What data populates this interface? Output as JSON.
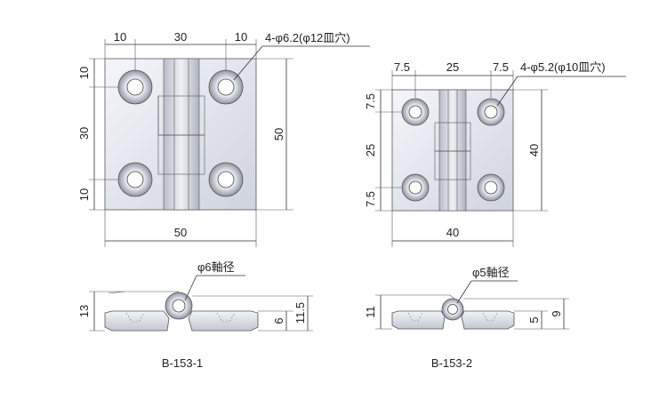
{
  "hinge_1": {
    "caption": "B-153-1",
    "dim_left": "10",
    "dim_mid": "30",
    "dim_right": "10",
    "dim_v_top": "10",
    "dim_v_mid": "30",
    "dim_v_bot": "10",
    "dim_height": "50",
    "dim_width": "50",
    "hole_note": "4-φ6.2(φ12皿穴)",
    "shaft_note": "φ6軸径",
    "side_dim_13": "13",
    "side_dim_6": "6",
    "side_dim_11_5": "11.5"
  },
  "hinge_2": {
    "caption": "B-153-2",
    "dim_left": "7.5",
    "dim_mid": "25",
    "dim_right": "7.5",
    "dim_v_top": "7.5",
    "dim_v_mid": "25",
    "dim_v_bot": "7.5",
    "dim_height": "40",
    "dim_width": "40",
    "hole_note": "4-φ5.2(φ10皿穴)",
    "shaft_note": "φ5軸径",
    "side_dim_11": "11",
    "side_dim_5": "5",
    "side_dim_9": "9"
  },
  "colors": {
    "metal_light": "#e9ecf3",
    "metal_mid": "#c9cdd8",
    "metal_dark": "#9aa0ad",
    "line": "#333333"
  }
}
